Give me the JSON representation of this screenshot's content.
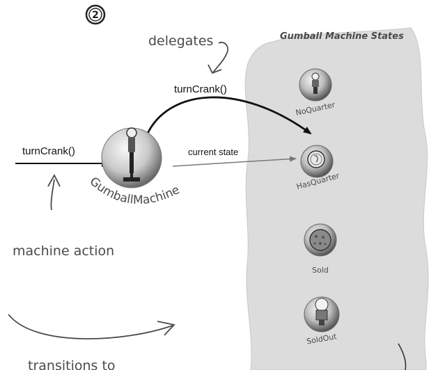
{
  "step_badge": "2",
  "region_title": "Gumball Machine States",
  "annotations": {
    "delegates": "delegates",
    "machine_action": "machine action",
    "transitions_to": "transitions to"
  },
  "arrows": {
    "turncrank_in": "turnCrank()",
    "turncrank_delegate": "turnCrank()",
    "current_state": "current state"
  },
  "machine": {
    "label": "GumballMachine"
  },
  "states": [
    {
      "label": "NoQuarter",
      "icon": "gumball-machine-icon"
    },
    {
      "label": "HasQuarter",
      "icon": "quarter-coin-icon"
    },
    {
      "label": "Sold",
      "icon": "gumball-icon"
    },
    {
      "label": "SoldOut",
      "icon": "empty-machine-icon"
    }
  ],
  "colors": {
    "region_fill": "#dcdcdc",
    "sphere_dark": "#555555",
    "sphere_light": "#e8e8e8",
    "arrow": "#111111",
    "gray_arrow": "#777777"
  }
}
